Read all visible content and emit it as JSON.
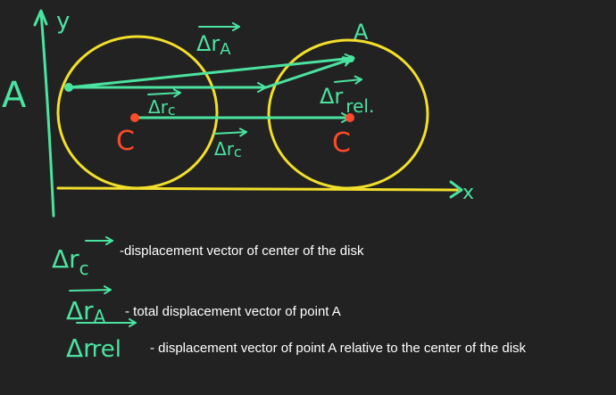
{
  "diagram": {
    "axis_labels": {
      "y": "y",
      "x": "x"
    },
    "point_labels": {
      "A_left": "A",
      "A_right": "A",
      "C_left": "C",
      "C_right": "C"
    },
    "vectors": {
      "r_A": {
        "delta": "Δ",
        "symbol": "r",
        "subscript": "A"
      },
      "r_c_upper": {
        "delta": "Δ",
        "symbol": "r",
        "subscript": "c"
      },
      "r_c_lower": {
        "delta": "Δ",
        "symbol": "r",
        "subscript": "c"
      },
      "r_rel": {
        "delta": "Δ",
        "symbol": "r",
        "subscript": "rel."
      }
    },
    "colors": {
      "ink": "#4be3a0",
      "disk": "#f2df2a",
      "center": "#ff4a2a",
      "background": "#222222",
      "text": "#ffffff"
    }
  },
  "legend": [
    {
      "symbol": "Δr",
      "subscript": "c",
      "text": "-displacement vector of center of the disk"
    },
    {
      "symbol": "Δr",
      "subscript": "A",
      "text": "- total displacement vector of point A"
    },
    {
      "symbol": "Δr",
      "subscript": "rel",
      "text": "- displacement vector of point A relative to the center of the disk"
    }
  ]
}
